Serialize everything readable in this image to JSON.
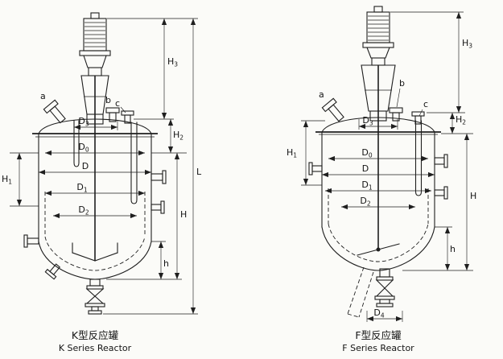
{
  "drawing": {
    "background": "#fbfbf8",
    "ink_color": "#1f1f1f"
  },
  "reactors": [
    {
      "caption_cn": "K型反应罐",
      "caption_en": "K Series Reactor",
      "nozzle_labels": {
        "a": "a",
        "b": "b",
        "c": "c"
      },
      "dim_labels": {
        "H1": {
          "base": "H",
          "sub": "1"
        },
        "H2": {
          "base": "H",
          "sub": "2"
        },
        "H3": {
          "base": "H",
          "sub": "3"
        },
        "H": "H",
        "L": "L",
        "h": "h",
        "D": "D",
        "D0": {
          "base": "D",
          "sub": "0"
        },
        "D1": {
          "base": "D",
          "sub": "1"
        },
        "D2": {
          "base": "D",
          "sub": "2"
        },
        "D3": {
          "base": "D",
          "sub": "3"
        }
      }
    },
    {
      "caption_cn": "F型反应罐",
      "caption_en": "F Series Reactor",
      "nozzle_labels": {
        "a": "a",
        "b": "b",
        "c": "c"
      },
      "dim_labels": {
        "H1": {
          "base": "H",
          "sub": "1"
        },
        "H2": {
          "base": "H",
          "sub": "2"
        },
        "H3": {
          "base": "H",
          "sub": "3"
        },
        "H": "H",
        "h": "h",
        "D": "D",
        "D0": {
          "base": "D",
          "sub": "0"
        },
        "D1": {
          "base": "D",
          "sub": "1"
        },
        "D2": {
          "base": "D",
          "sub": "2"
        },
        "D3": {
          "base": "D",
          "sub": "3"
        },
        "D4": {
          "base": "D",
          "sub": "4"
        }
      }
    }
  ]
}
